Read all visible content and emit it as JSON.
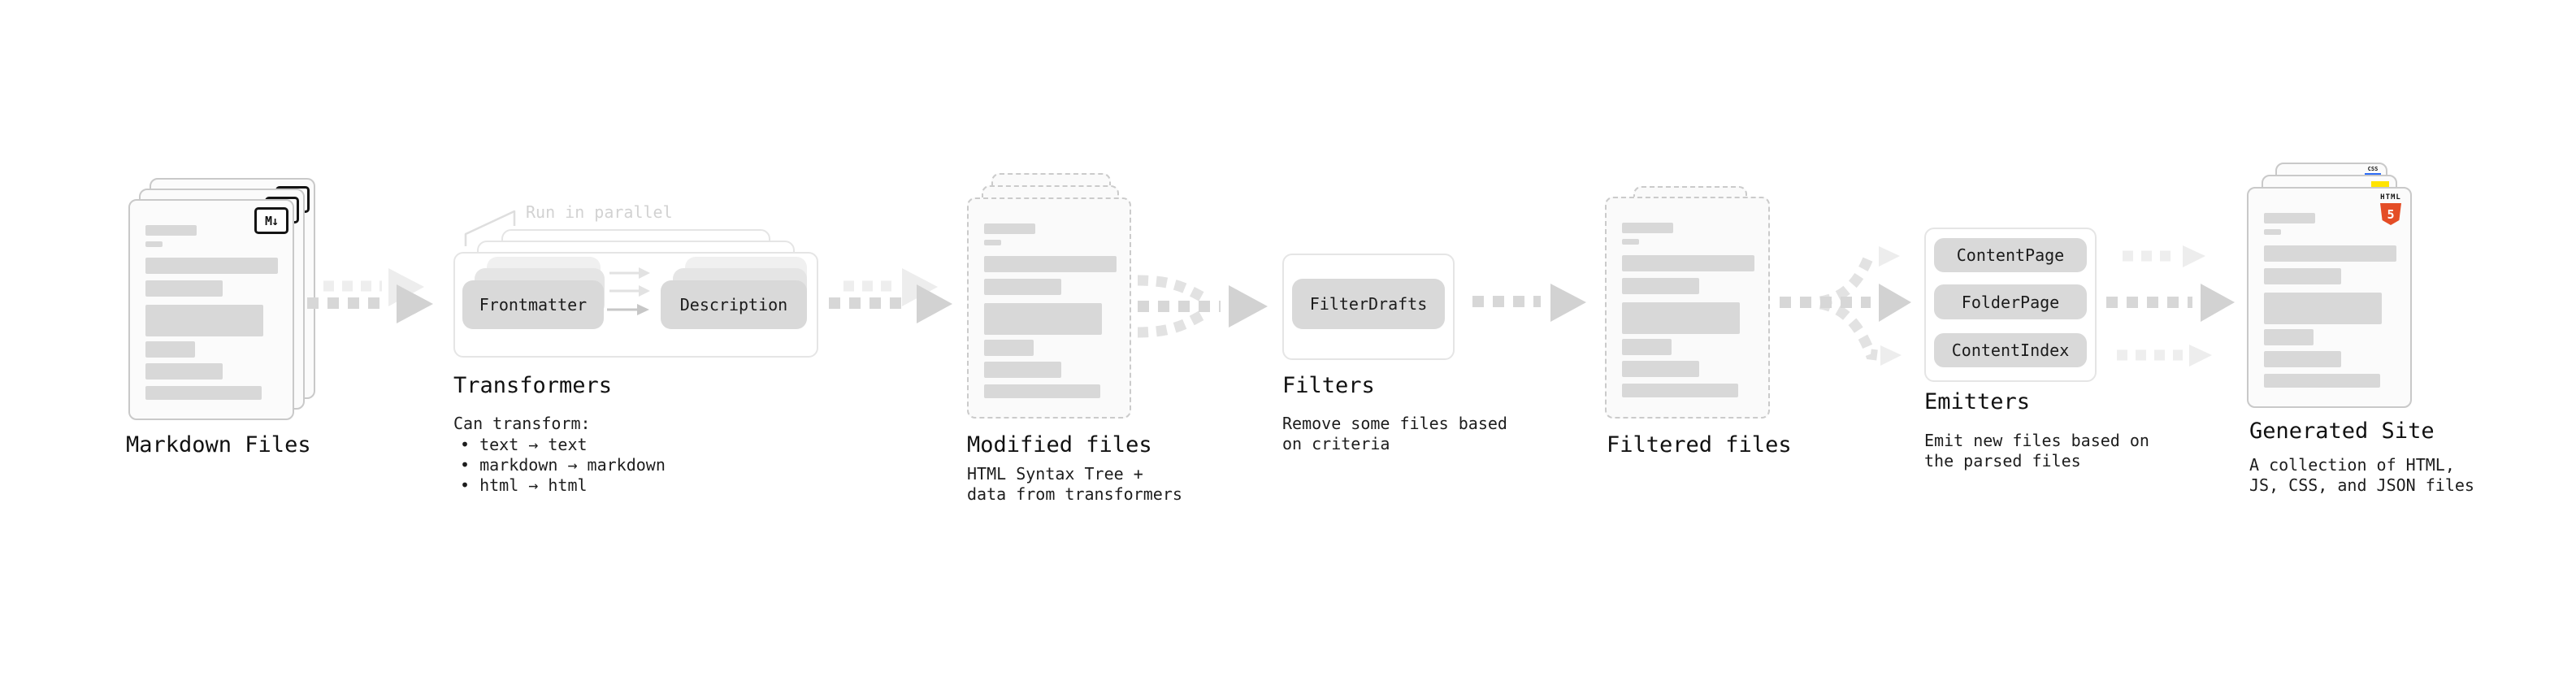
{
  "stages": {
    "markdown_files": {
      "label": "Markdown Files",
      "badge": "M↓"
    },
    "transformers": {
      "label": "Transformers",
      "annotation": "Run in parallel",
      "button1": "Frontmatter",
      "button2": "Description",
      "desc_title": "Can transform:",
      "bullet1": "• text → text",
      "bullet2": "• markdown → markdown",
      "bullet3": "• html → html"
    },
    "modified_files": {
      "label": "Modified files",
      "desc1": "HTML Syntax Tree +",
      "desc2": "data from transformers"
    },
    "filters": {
      "label": "Filters",
      "button1": "FilterDrafts",
      "desc1": "Remove some files based",
      "desc2": "on criteria"
    },
    "filtered_files": {
      "label": "Filtered files"
    },
    "emitters": {
      "label": "Emitters",
      "button1": "ContentPage",
      "button2": "FolderPage",
      "button3": "ContentIndex",
      "desc1": "Emit new files based on",
      "desc2": "the parsed files"
    },
    "generated_site": {
      "label": "Generated Site",
      "desc1": "A collection of HTML,",
      "desc2": "JS, CSS, and JSON files",
      "html_badge_word": "HTML",
      "html_badge_number": "5",
      "css_badge_word": "CSS"
    }
  },
  "colors": {
    "html5_orange": "#e44d26",
    "js_yellow": "#ffe400",
    "css_blue": "#2d6cf6",
    "arrow_gray": "#d7d7d7",
    "arrow_light": "#eeeeee",
    "node_fill": "#d9d9d9"
  }
}
